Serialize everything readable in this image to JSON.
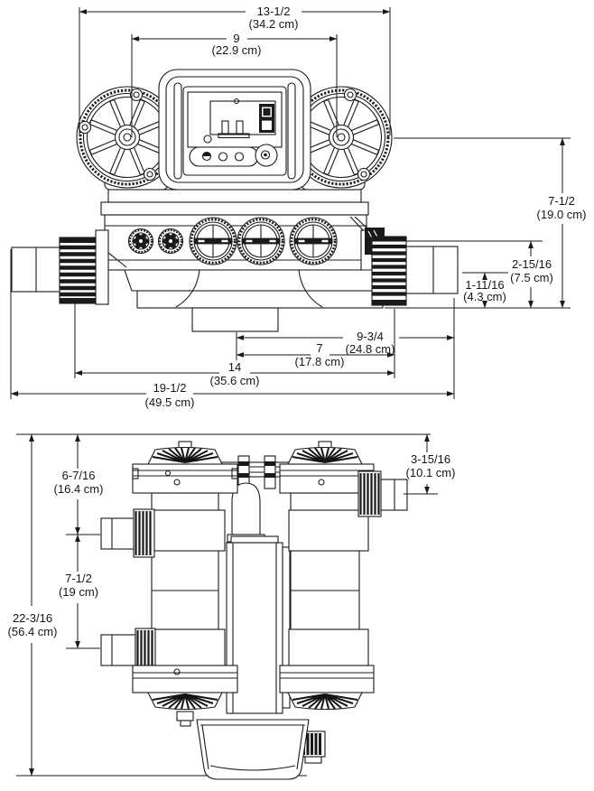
{
  "doc": {
    "type": "technical dimensional diagram",
    "subject": "twin-tank control valve assembly, front and side views",
    "units": "inches (centimeters)"
  },
  "front": {
    "dims": {
      "overall_top_width": {
        "in": "13-1/2",
        "cm": "(34.2 cm)"
      },
      "wheel_center_width": {
        "in": "9",
        "cm": "(22.9 cm)"
      },
      "overall_height": {
        "in": "7-1/2",
        "cm": "(19.0 cm)"
      },
      "inlet_height": {
        "in": "2-15/16",
        "cm": "(7.5 cm)"
      },
      "drain_height": {
        "in": "1-11/16",
        "cm": "(4.3 cm)"
      },
      "drain_to_outlet": {
        "in": "9-3/4",
        "cm": "(24.8 cm)"
      },
      "drain_to_inlet": {
        "in": "7",
        "cm": "(17.8 cm)"
      },
      "body_width": {
        "in": "14",
        "cm": "(35.6 cm)"
      },
      "overall_width": {
        "in": "19-1/2",
        "cm": "(49.5 cm)"
      }
    }
  },
  "side": {
    "dims": {
      "top_to_upper_port": {
        "in": "6-7/16",
        "cm": "(16.4 cm)"
      },
      "port_spacing": {
        "in": "7-1/2",
        "cm": "(19 cm)"
      },
      "overall_height": {
        "in": "22-3/16",
        "cm": "(56.4 cm)"
      },
      "top_to_outlet_port": {
        "in": "3-15/16",
        "cm": "(10.1 cm)"
      }
    }
  },
  "colors": {
    "line": "#1a1a1a",
    "background": "#ffffff"
  }
}
